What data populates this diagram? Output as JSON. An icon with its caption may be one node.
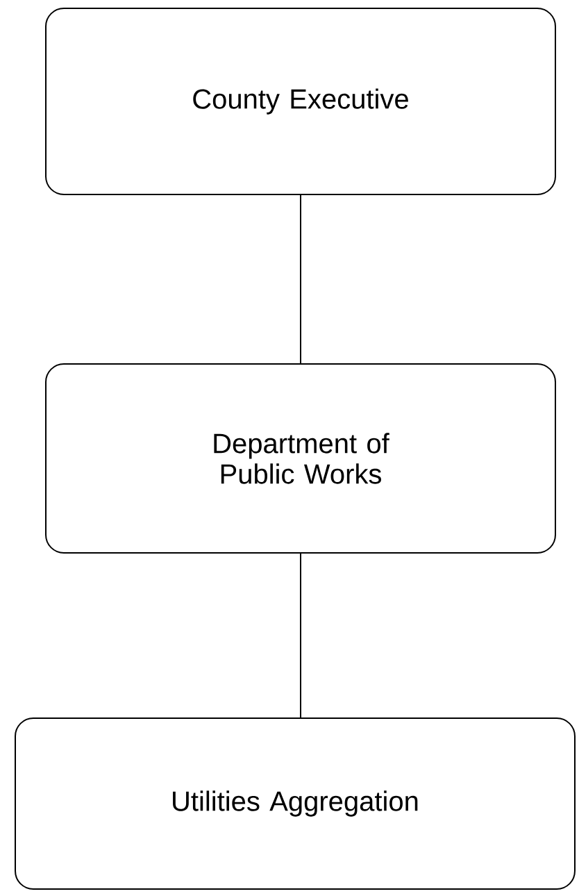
{
  "diagram": {
    "nodes": [
      {
        "text": [
          "County Executive"
        ]
      },
      {
        "text": [
          "Department of Public Works"
        ]
      },
      {
        "text": [
          "Utilities Aggregation"
        ]
      }
    ],
    "edges": [
      {
        "from": 0,
        "to": 1,
        "arrow": "none"
      },
      {
        "from": 1,
        "to": 2,
        "arrow": "none"
      }
    ]
  }
}
